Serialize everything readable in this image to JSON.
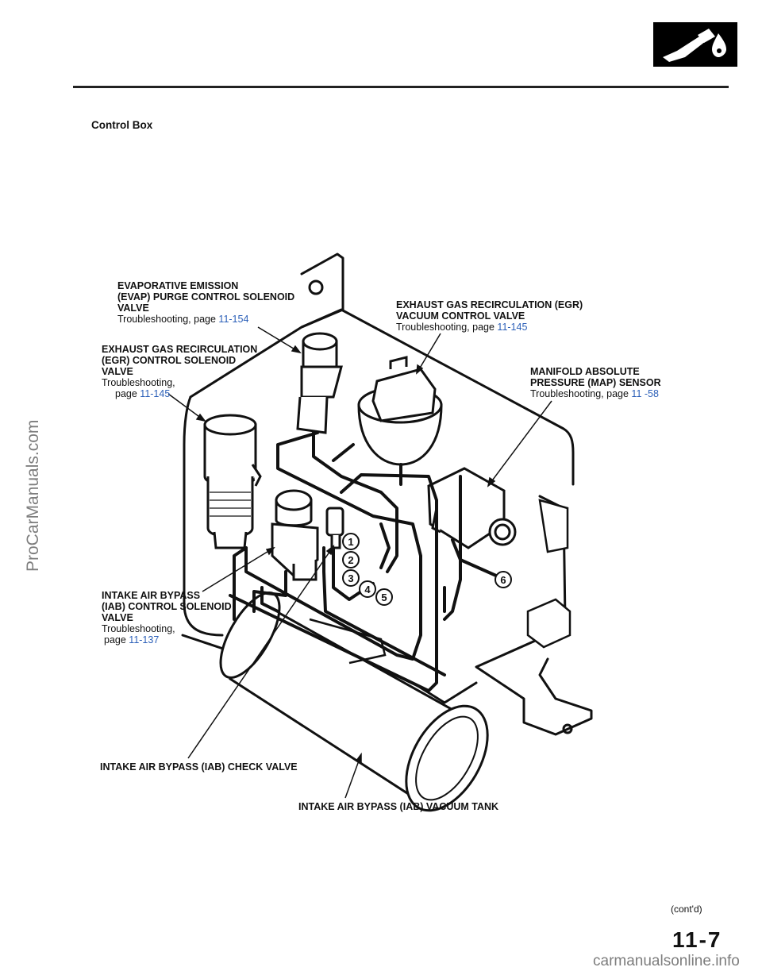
{
  "section_title": "Control Box",
  "labels": {
    "evap": {
      "lines": [
        "EVAPORATIVE EMISSION",
        "(EVAP) PURGE CONTROL SOLENOID",
        "VALVE"
      ],
      "ts_text": "Troubleshooting,  page",
      "ts_page": "11-154"
    },
    "egr_solenoid": {
      "lines": [
        "EXHAUST GAS RECIRCULATION",
        "(EGR) CONTROL SOLENOID",
        "VALVE"
      ],
      "ts_text": "Troubleshooting,",
      "ts_text2": "page",
      "ts_page": "11-145"
    },
    "egr_vacuum": {
      "lines": [
        "EXHAUST GAS RECIRCULATION (EGR)",
        "VACUUM CONTROL VALVE"
      ],
      "ts_text": "Troubleshooting,  page",
      "ts_page": "11-145"
    },
    "map": {
      "lines": [
        "MANIFOLD  ABSOLUTE",
        "PRESSURE (MAP) SENSOR"
      ],
      "ts_text": "Troubleshooting,  page",
      "ts_page": "11 -58"
    },
    "iab_solenoid": {
      "lines": [
        "INTAKE AIR BYPASS",
        "(IAB) CONTROL SOLENOID",
        "VALVE"
      ],
      "ts_text": "Troubleshooting,",
      "ts_text2": "page",
      "ts_page": "11-137"
    },
    "iab_check": "INTAKE AIR BYPASS (IAB) CHECK VALVE",
    "iab_tank": "INTAKE AIR BYPASS (IAB) VACUUM TANK"
  },
  "callouts": [
    "1",
    "2",
    "3",
    "4",
    "5",
    "6"
  ],
  "contd": "(cont'd)",
  "page_number": "11-7",
  "watermark_side": "ProCarManuals.com",
  "watermark_bottom": "carmanualsonline.info",
  "icons": [
    "fuel-nozzle-icon"
  ]
}
